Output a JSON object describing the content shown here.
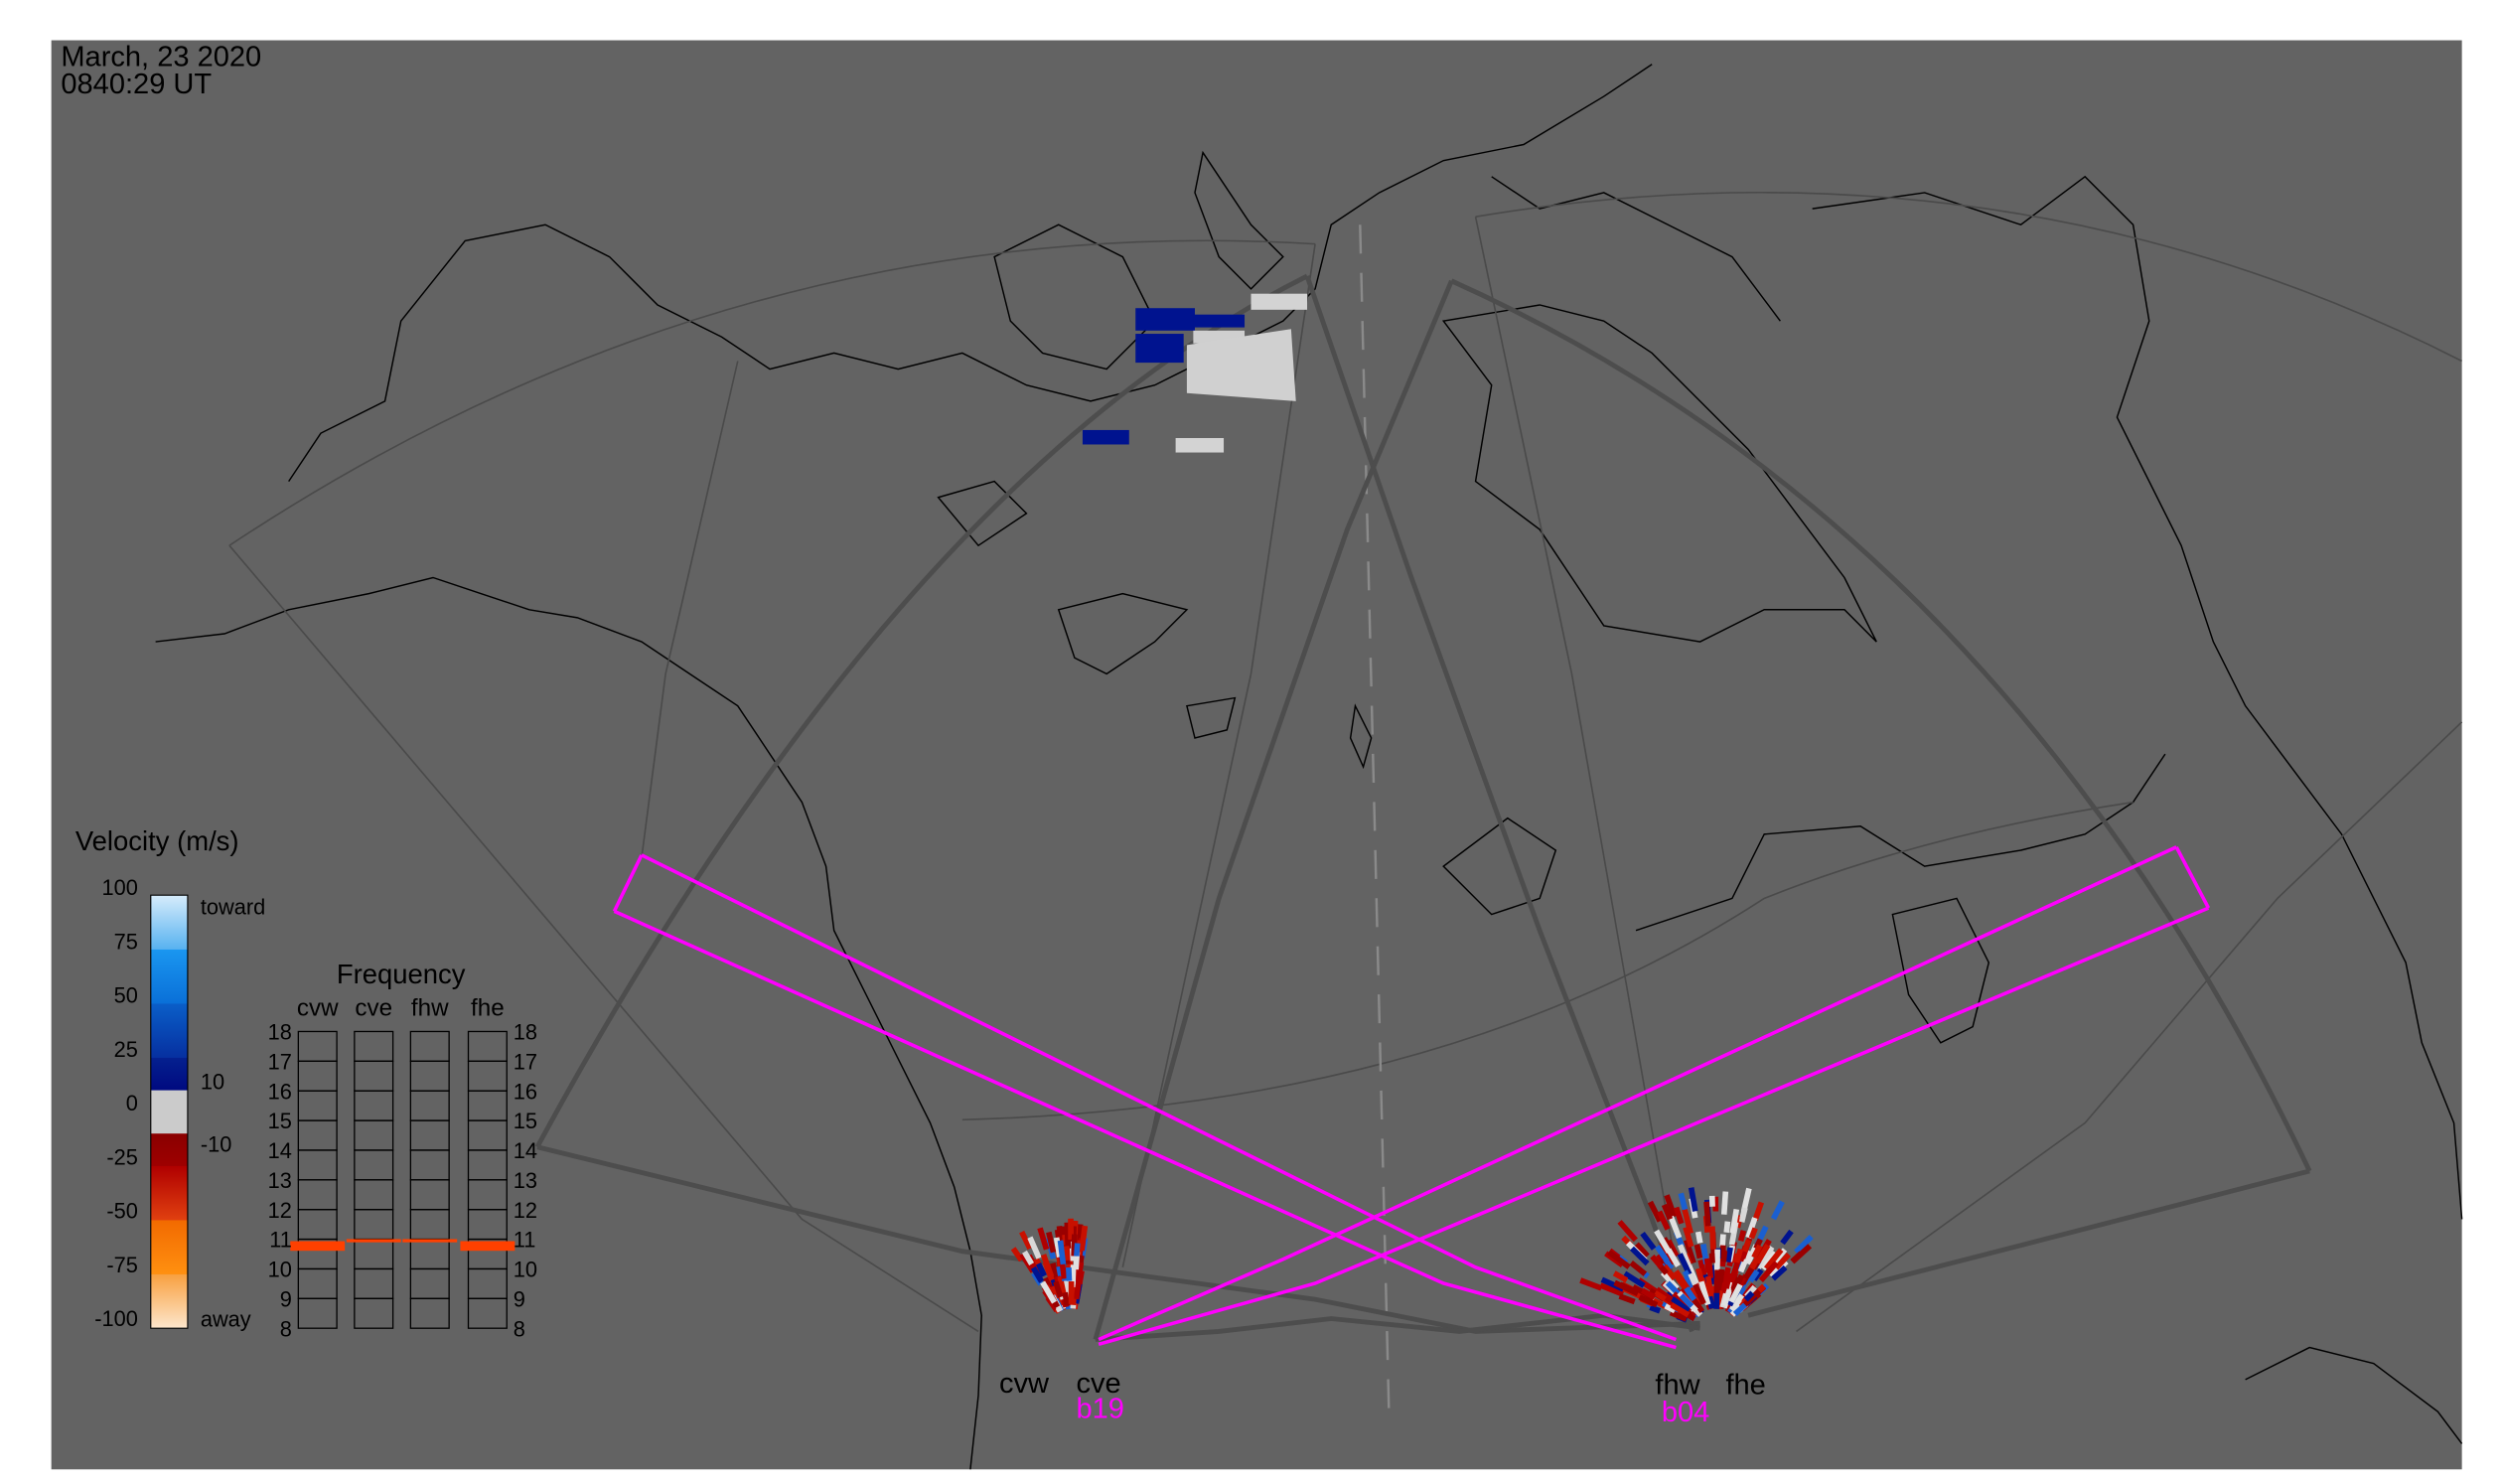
{
  "header": {
    "date": "March, 23 2020",
    "time": "0840:29 UT"
  },
  "velocity_legend": {
    "title": "Velocity (m/s)",
    "ticks": [
      "100",
      "75",
      "50",
      "25",
      "0",
      "-25",
      "-50",
      "-75",
      "-100"
    ],
    "inner_ticks": [
      "10",
      "-10"
    ],
    "toward_label": "toward",
    "away_label": "away",
    "colors": {
      "toward_light": "#b8def8",
      "toward": "#1a8ff0",
      "toward_dark": "#000a8c",
      "ground": "#cfcfcf",
      "away_dark": "#8a0000",
      "away": "#ff8a00",
      "away_light": "#fde1c4"
    }
  },
  "frequency_panel": {
    "title": "Frequency",
    "radars": [
      "cvw",
      "cve",
      "fhw",
      "fhe"
    ],
    "scale": [
      "18",
      "17",
      "16",
      "15",
      "14",
      "13",
      "12",
      "11",
      "10",
      "9",
      "8"
    ],
    "freq_mhz": [
      10.8,
      10.95,
      10.95,
      10.8
    ],
    "mark_color": "#ff4000"
  },
  "radars": {
    "west_pair": {
      "left": "cvw",
      "right": "cve",
      "beam": "b19"
    },
    "east_pair": {
      "left": "fhw",
      "right": "fhe",
      "beam": "b04"
    }
  },
  "colors": {
    "background": "#636363",
    "fov": "#4d4d4d",
    "beam": "#ff00ff",
    "coast": "#000000"
  }
}
